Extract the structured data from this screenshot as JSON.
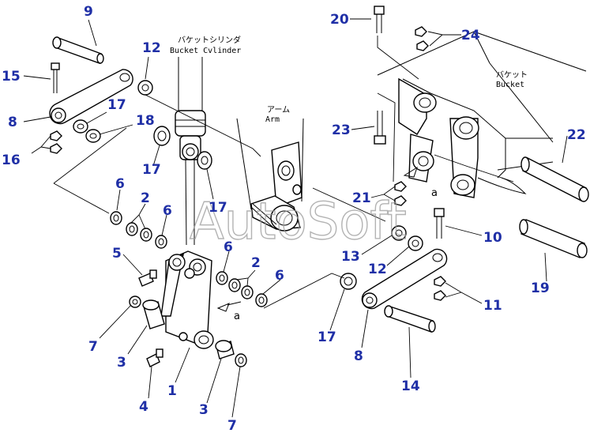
{
  "labels": {
    "bucket_cylinder_jp": "バケットシリンダ",
    "bucket_cylinder_en": "Bucket Cvlinder",
    "arm_jp": "アーム",
    "arm_en": "Arm",
    "bucket_jp": "バケット",
    "bucket_en": "Bucket",
    "ref_a": "a"
  },
  "watermark": "AutoSoft",
  "callouts": [
    {
      "id": "c9",
      "text": "9"
    },
    {
      "id": "c15",
      "text": "15"
    },
    {
      "id": "c8l",
      "text": "8"
    },
    {
      "id": "c16",
      "text": "16"
    },
    {
      "id": "c12t",
      "text": "12"
    },
    {
      "id": "c17a",
      "text": "17"
    },
    {
      "id": "c18",
      "text": "18"
    },
    {
      "id": "c17b",
      "text": "17"
    },
    {
      "id": "c17c",
      "text": "17"
    },
    {
      "id": "c6a",
      "text": "6"
    },
    {
      "id": "c2a",
      "text": "2"
    },
    {
      "id": "c6b",
      "text": "6"
    },
    {
      "id": "c5",
      "text": "5"
    },
    {
      "id": "c6c",
      "text": "6"
    },
    {
      "id": "c2b",
      "text": "2"
    },
    {
      "id": "c6d",
      "text": "6"
    },
    {
      "id": "c7a",
      "text": "7"
    },
    {
      "id": "c3a",
      "text": "3"
    },
    {
      "id": "c1",
      "text": "1"
    },
    {
      "id": "c4",
      "text": "4"
    },
    {
      "id": "c3b",
      "text": "3"
    },
    {
      "id": "c7b",
      "text": "7"
    },
    {
      "id": "c20",
      "text": "20"
    },
    {
      "id": "c24",
      "text": "24"
    },
    {
      "id": "c23",
      "text": "23"
    },
    {
      "id": "c22",
      "text": "22"
    },
    {
      "id": "c21",
      "text": "21"
    },
    {
      "id": "c10",
      "text": "10"
    },
    {
      "id": "c13",
      "text": "13"
    },
    {
      "id": "c12b",
      "text": "12"
    },
    {
      "id": "c17d",
      "text": "17"
    },
    {
      "id": "c19",
      "text": "19"
    },
    {
      "id": "c11",
      "text": "11"
    },
    {
      "id": "c8r",
      "text": "8"
    },
    {
      "id": "c14",
      "text": "14"
    }
  ]
}
